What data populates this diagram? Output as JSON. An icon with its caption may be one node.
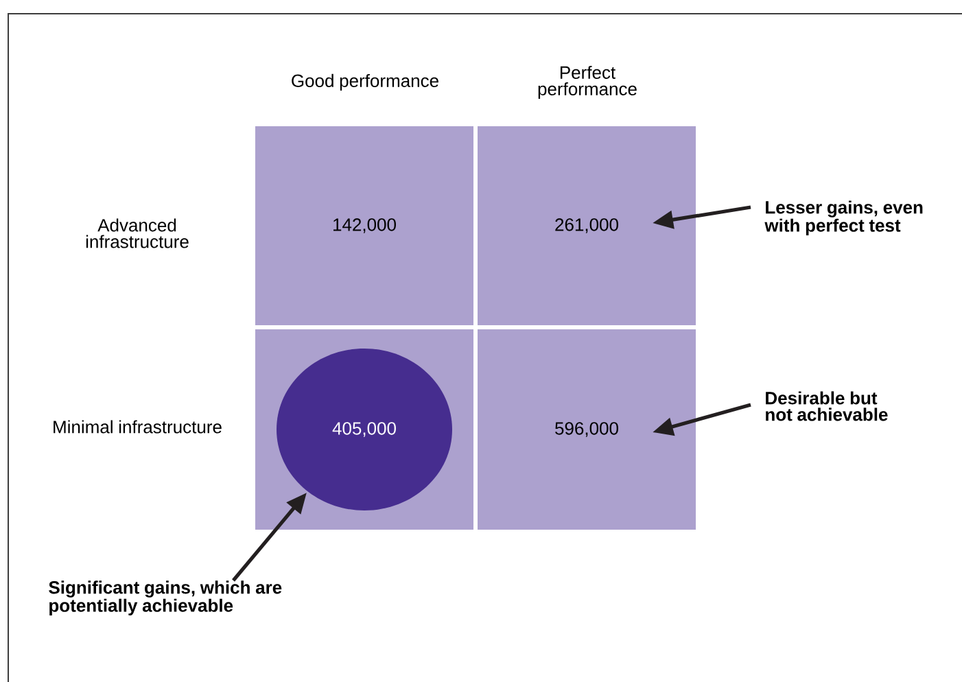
{
  "diagram": {
    "nodes": [
      {
        "text": [
          "142,000"
        ]
      },
      {
        "text": [
          "261,000"
        ]
      },
      {
        "text": [],
        "shape": "box"
      },
      {
        "text": [
          "405,000"
        ],
        "in": 2
      },
      {
        "text": [
          "596,000"
        ]
      },
      {
        "text": [
          "Lesser gains, even with perfect test"
        ]
      },
      {
        "text": [
          "Desirable but not achievable"
        ]
      },
      {
        "text": [
          "Significant gains, which are potentially achievable"
        ]
      }
    ],
    "edges": [
      {
        "from": 5,
        "to": 1,
        "arrow": "to"
      },
      {
        "from": 6,
        "to": 4,
        "arrow": "to"
      },
      {
        "from": 7,
        "to": 3,
        "arrow": "to"
      }
    ],
    "labels": [
      "Good performance",
      "Perfect performance",
      "Advanced infrastructure",
      "Minimal infrastructure"
    ]
  }
}
